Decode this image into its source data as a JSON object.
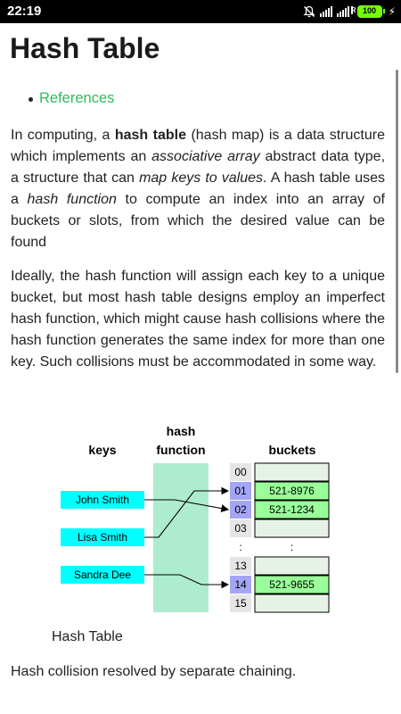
{
  "status_bar": {
    "time": "22:19",
    "battery": "100"
  },
  "article": {
    "title": "Hash Table",
    "references_link": "References",
    "p1": [
      {
        "t": "In computing, a ",
        "s": "n"
      },
      {
        "t": "hash table",
        "s": "b"
      },
      {
        "t": " (hash map) is a data structure which implements an ",
        "s": "n"
      },
      {
        "t": "associative array",
        "s": "i"
      },
      {
        "t": " abstract data type, a structure that can ",
        "s": "n"
      },
      {
        "t": "map keys to values",
        "s": "i"
      },
      {
        "t": ". A hash table uses a ",
        "s": "n"
      },
      {
        "t": "hash function",
        "s": "i"
      },
      {
        "t": " to compute an index into an array of buckets or slots, from which the desired value can be found",
        "s": "n"
      }
    ],
    "p2": "Ideally, the hash function will assign each key to a unique bucket, but most hash table designs employ an imperfect hash function, which might cause hash collisions where the hash function generates the same index for more than one key. Such collisions must be accommodated in some way.",
    "figure_caption": "Hash Table",
    "footer": "Hash collision resolved by separate chaining."
  },
  "diagram": {
    "headers": {
      "keys": "keys",
      "hash_line1": "hash",
      "hash_line2": "function",
      "buckets": "buckets"
    },
    "keys": [
      "John Smith",
      "Lisa Smith",
      "Sandra Dee"
    ],
    "indices": [
      "00",
      "01",
      "02",
      "03",
      ":",
      "13",
      "14",
      "15"
    ],
    "highlighted_indices": [
      "01",
      "02",
      "14"
    ],
    "values": [
      "",
      "521-8976",
      "521-1234",
      "",
      ":",
      "",
      "521-9655",
      ""
    ],
    "colors": {
      "key_box": "#00ffff",
      "hash_band": "#aeeccf",
      "index_box": "#e6e6e6",
      "index_highlight": "#a5a5f5",
      "bucket_filled": "#99ff99",
      "bucket_empty": "#e6f2e6"
    }
  }
}
